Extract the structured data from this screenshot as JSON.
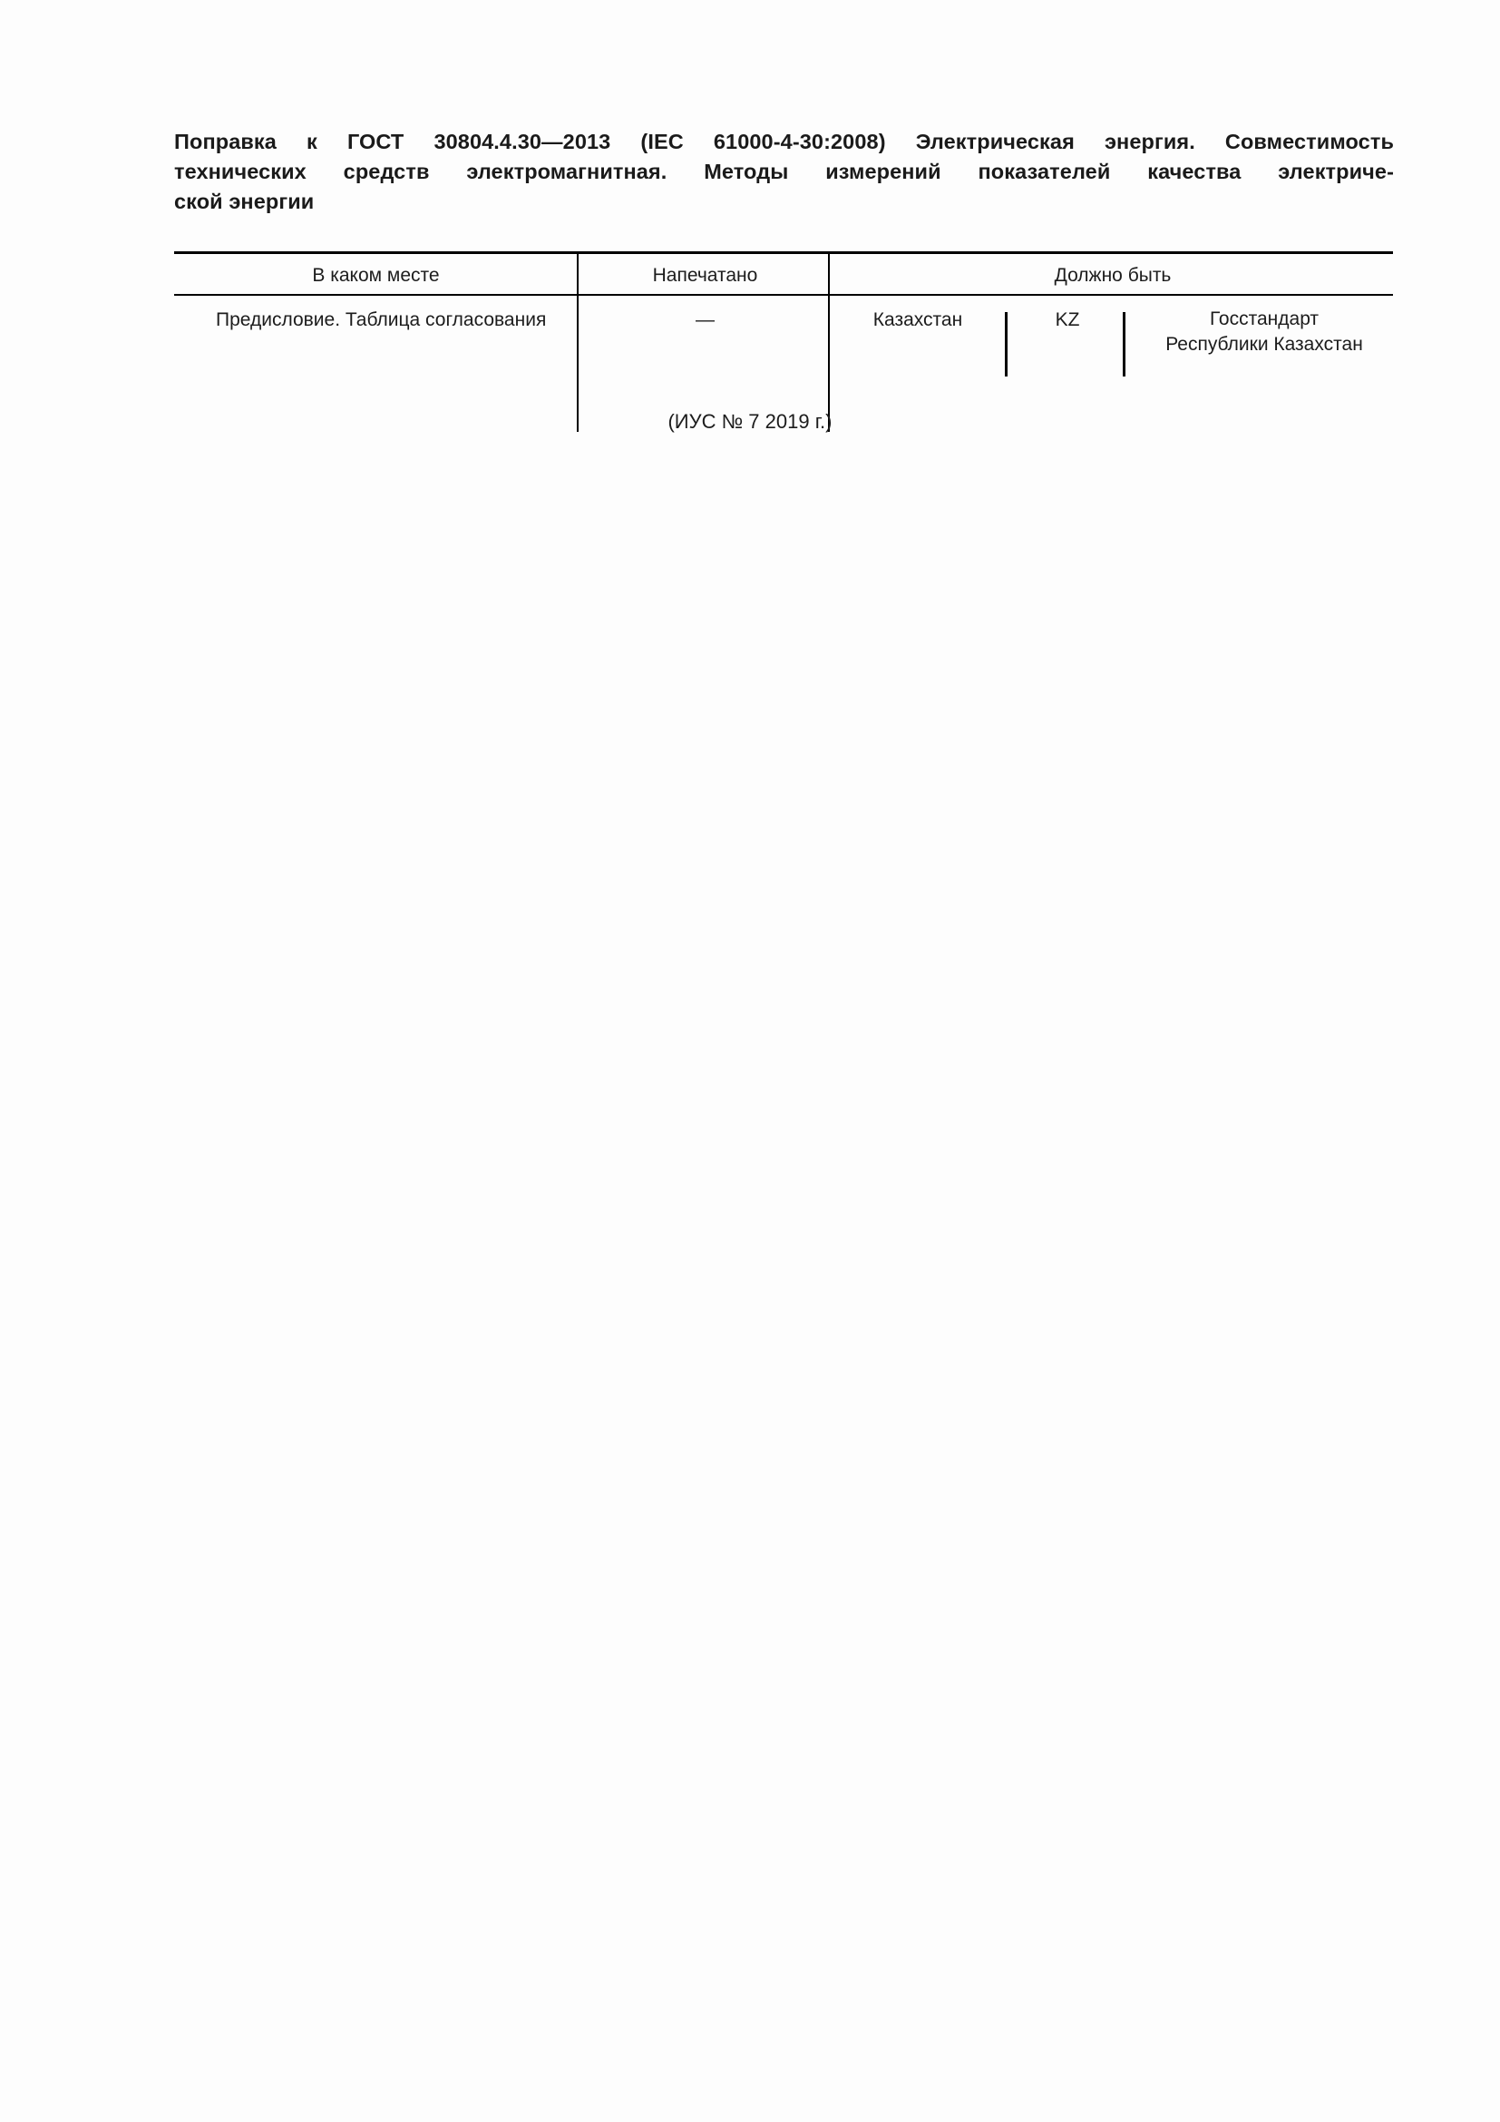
{
  "document": {
    "title_lines": [
      "Поправка к ГОСТ 30804.4.30—2013 (IEC 61000-4-30:2008) Электрическая энергия. Совместимость",
      "технических средств электромагнитная. Методы измерений показателей качества электриче-",
      "ской энергии"
    ],
    "title_full": "Поправка к ГОСТ 30804.4.30—2013 (IEC 61000-4-30:2008) Электрическая энергия. Совместимость технических средств электромагнитная. Методы измерений показателей качества электрической энергии"
  },
  "table": {
    "headers": {
      "where": "В каком месте",
      "printed": "Напечатано",
      "should_be": "Должно быть"
    },
    "rows": [
      {
        "where": "Предисловие. Таблица согла­сования",
        "printed": "—",
        "should_be": {
          "country": "Казахстан",
          "code": "KZ",
          "authority_line1": "Госстандарт",
          "authority_line2": "Республики Казахстан"
        }
      }
    ]
  },
  "footer": {
    "issue_reference": "(ИУС № 7  2019 г.)"
  },
  "colors": {
    "text": "#1c1c1c",
    "rule": "#000000",
    "background": "#fdfdfd"
  }
}
